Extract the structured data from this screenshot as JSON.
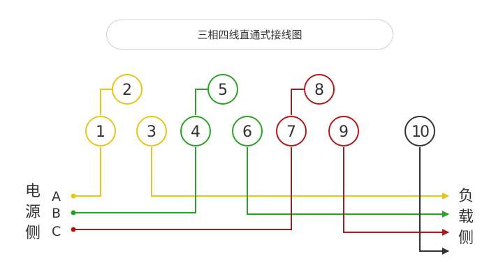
{
  "title": "三相四线直通式接线图",
  "colors": {
    "phase_a": "#e6c619",
    "phase_b": "#2aa322",
    "phase_c": "#b01818",
    "neutral": "#333333",
    "text": "#333333",
    "title_border": "#cfcfcf"
  },
  "source_label": [
    "电",
    "源",
    "侧"
  ],
  "load_label": [
    "负",
    "载",
    "侧"
  ],
  "phases": [
    "A",
    "B",
    "C"
  ],
  "terminals": [
    "1",
    "2",
    "3",
    "4",
    "5",
    "6",
    "7",
    "8",
    "9",
    "10"
  ]
}
